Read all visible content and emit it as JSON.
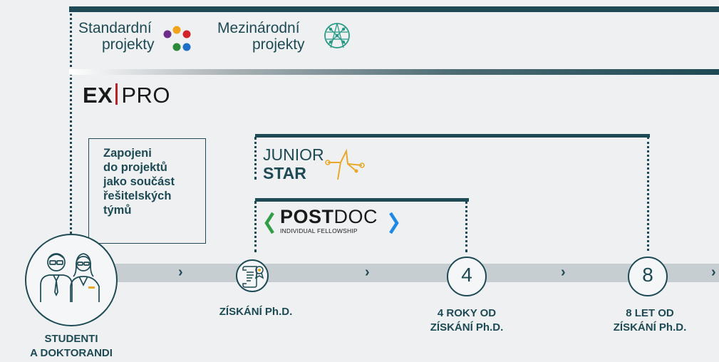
{
  "top_brands": {
    "standard": {
      "line1": "Standardní",
      "line2": "projekty",
      "dot_colors": [
        "#6d2d8a",
        "#f2a31b",
        "#2a8a3a",
        "#1e6fc8",
        "#d2232a"
      ]
    },
    "international": {
      "line1": "Mezinárodní",
      "line2": "projekty"
    }
  },
  "expro": {
    "left": "EX",
    "right": "PRO"
  },
  "student_note": "Zapojeni\ndo projektů\njako součást\nřešitelských\ntýmů",
  "junior_star": {
    "line1": "JUNIOR",
    "line2": "STAR"
  },
  "postdoc": {
    "bold": "POST",
    "light": "DOC",
    "subtitle": "INDIVIDUAL FELLOWSHIP"
  },
  "milestones": {
    "four_value": "4",
    "eight_value": "8"
  },
  "labels": {
    "students": "STUDENTI\nA DOKTORANDI",
    "phd": "ZÍSKÁNÍ Ph.D.",
    "four_years": "4 ROKY OD\nZÍSKÁNÍ Ph.D.",
    "eight_years": "8 LET OD\nZÍSKÁNÍ Ph.D."
  },
  "chevron_glyph": "›",
  "colors": {
    "primary": "#1d4a54",
    "accent_red": "#b7222a",
    "timeline": "#c7ced2",
    "background": "#eef0f1",
    "postdoc_green": "#2f9e44",
    "postdoc_blue": "#1e88e5",
    "junior_gold": "#e8a92b"
  }
}
